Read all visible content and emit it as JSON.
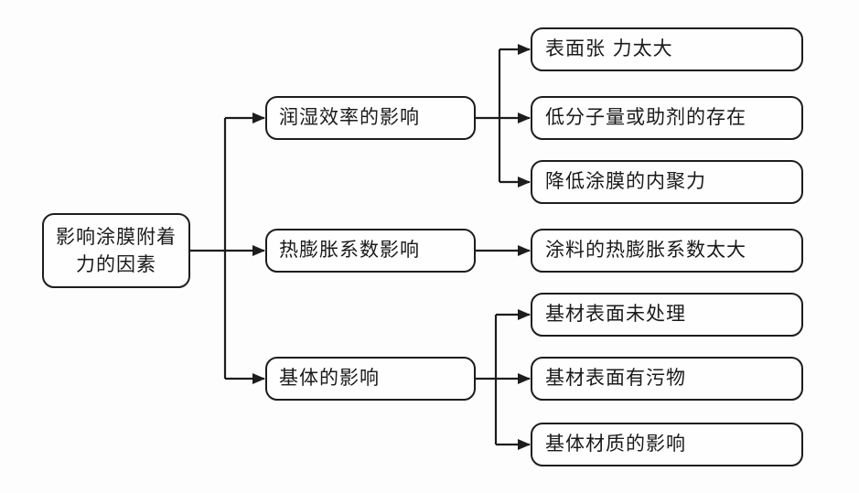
{
  "colors": {
    "background": "#fdfdfd",
    "box_fill": "#fefefe",
    "box_border": "#1d1d1d",
    "line": "#1d1d1d",
    "text": "#1a1a1a"
  },
  "diagram": {
    "root": {
      "line1": "影响涂膜附着",
      "line2": "力的因素"
    },
    "branches": [
      {
        "label": "润湿效率的影响",
        "children": [
          "表面张 力太大",
          "低分子量或助剂的存在",
          "降低涂膜的内聚力"
        ]
      },
      {
        "label": "热膨胀系数影响",
        "children": [
          "涂料的热膨胀系数太大"
        ]
      },
      {
        "label": "基体的影响",
        "children": [
          "基材表面未处理",
          "基材表面有污物",
          "基体材质的影响"
        ]
      }
    ]
  }
}
